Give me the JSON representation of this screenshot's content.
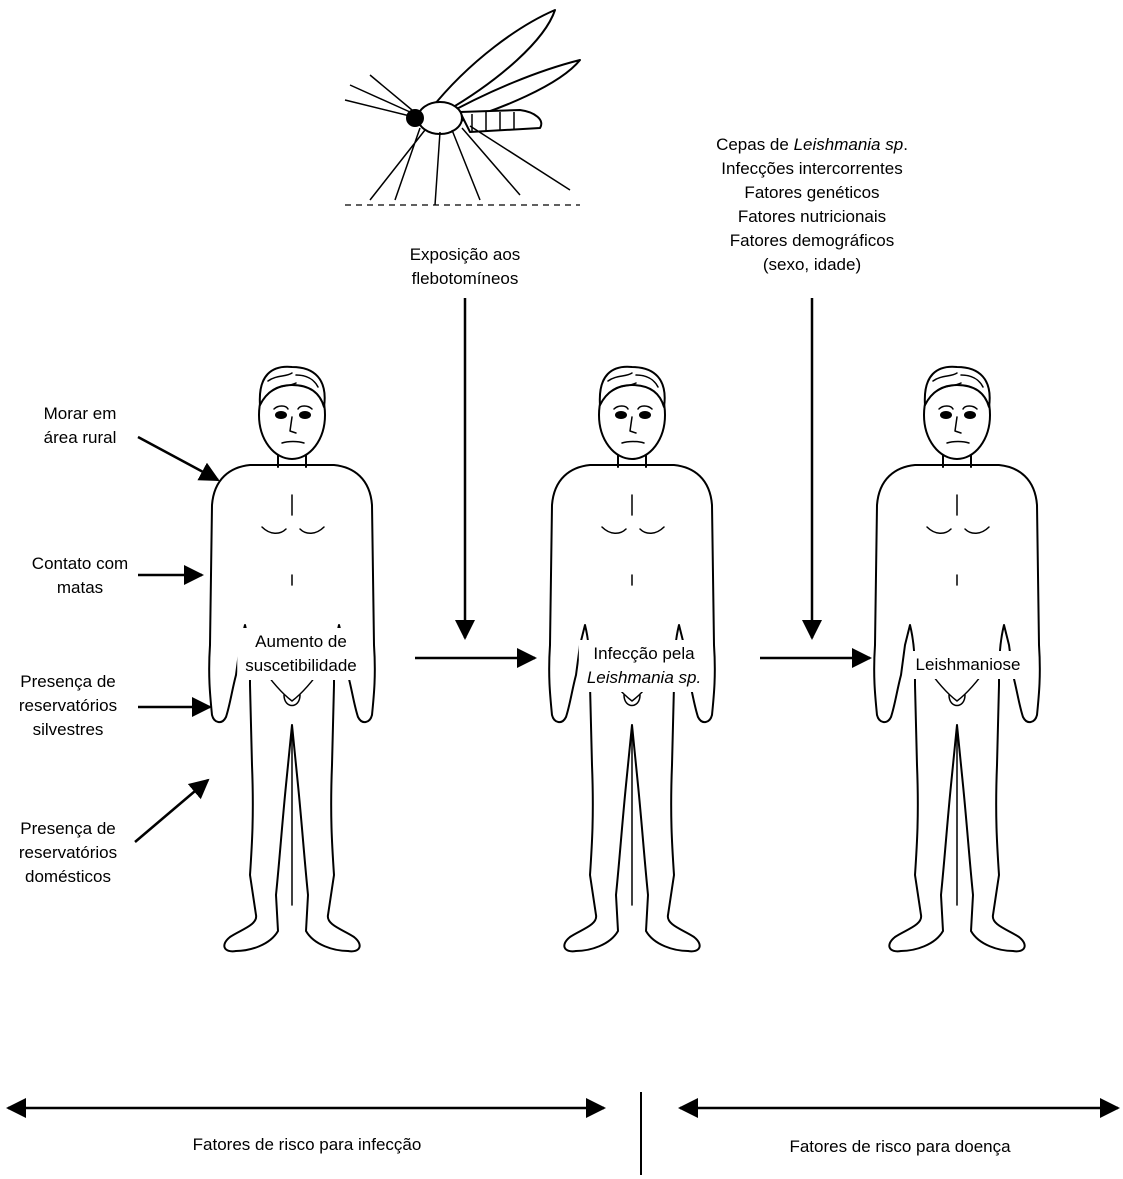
{
  "factors_left": {
    "rural": [
      "Morar em",
      "área rural"
    ],
    "forest": [
      "Contato com",
      "matas"
    ],
    "wild_reservoirs": [
      "Presença de",
      "reservatórios",
      "silvestres"
    ],
    "domestic_reservoirs": [
      "Presença de",
      "reservatórios",
      "domésticos"
    ]
  },
  "exposure": [
    "Exposição aos",
    "flebotomíneos"
  ],
  "disease_factors": {
    "strain_prefix": "Cepas de ",
    "strain_italic": "Leishmania sp",
    "strain_suffix": ".",
    "lines": [
      "Infecções intercorrentes",
      "Fatores genéticos",
      "Fatores nutricionais",
      "Fatores demográficos",
      "(sexo, idade)"
    ]
  },
  "stages": {
    "susceptibility": [
      "Aumento de",
      "suscetibilidade"
    ],
    "infection_line1": "Infecção pela",
    "infection_line2": "Leishmania sp.",
    "disease": "Leishmaniose"
  },
  "bottom": {
    "infection_risk": "Fatores de risco para infecção",
    "disease_risk": "Fatores de risco para doença"
  },
  "icons": [
    "sandfly-icon",
    "human-figure-icon"
  ]
}
